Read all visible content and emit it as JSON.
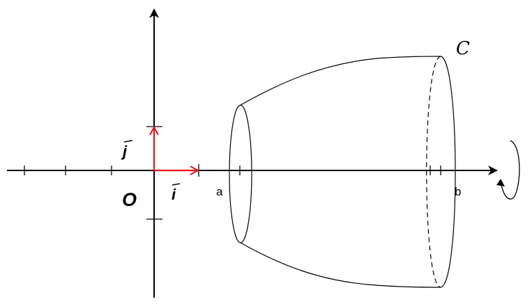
{
  "labels": {
    "origin": "O",
    "i_vector": "i",
    "j_vector": "j",
    "a": "a",
    "b": "b",
    "curve": "C"
  },
  "colors": {
    "axis": "#000000",
    "vector": "#e8131b",
    "solid": "#000000"
  },
  "icons": {
    "rotation": "rotation-arrow-icon"
  }
}
